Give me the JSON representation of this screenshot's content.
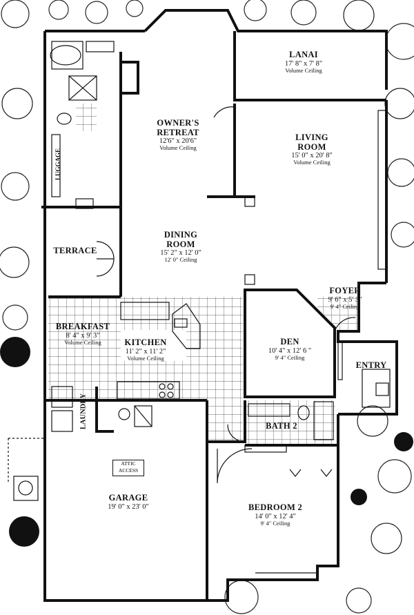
{
  "rooms": {
    "lanai": {
      "name": "LANAI",
      "dims": "17' 8\" x 7' 8\"",
      "ceiling": "Volume Ceiling"
    },
    "owners_retreat": {
      "name1": "OWNER'S",
      "name2": "RETREAT",
      "dims": "12'6\" x 20'6\"",
      "ceiling": "Volume Ceiling"
    },
    "living_room": {
      "name1": "LIVING",
      "name2": "ROOM",
      "dims": "15' 0\" x 20' 8\"",
      "ceiling": "Volume Ceiling"
    },
    "luggage": {
      "name": "LUGGAGE"
    },
    "terrace": {
      "name": "TERRACE"
    },
    "dining_room": {
      "name1": "DINING",
      "name2": "ROOM",
      "dims": "15' 2\" x 12' 0\"",
      "ceiling": "12' 0\" Ceiling"
    },
    "foyer": {
      "name": "FOYER",
      "dims": "9' 6\" x 5' 3\"",
      "ceiling": "9' 4\" Ceiling"
    },
    "breakfast": {
      "name": "BREAKFAST",
      "dims": "8' 4\" x 9' 3\"",
      "ceiling": "Volume Ceiling"
    },
    "kitchen": {
      "name": "KITCHEN",
      "dims": "11' 2\" x 11' 2\"",
      "ceiling": "Volume Ceiling"
    },
    "den": {
      "name": "DEN",
      "dims": "10' 4\" x 12' 6 \"",
      "ceiling": "9' 4\" Ceiling"
    },
    "entry": {
      "name": "ENTRY"
    },
    "laundry": {
      "name": "LAUNDRY"
    },
    "bath2": {
      "name": "BATH 2"
    },
    "attic": {
      "line1": "ATTIC",
      "line2": "ACCESS"
    },
    "garage": {
      "name": "GARAGE",
      "dims": "19' 0\" x 23' 0\""
    },
    "bedroom2": {
      "name": "BEDROOM 2",
      "dims": "14' 0\" x 12' 4\"",
      "ceiling": "9' 4\" Ceiling"
    }
  }
}
